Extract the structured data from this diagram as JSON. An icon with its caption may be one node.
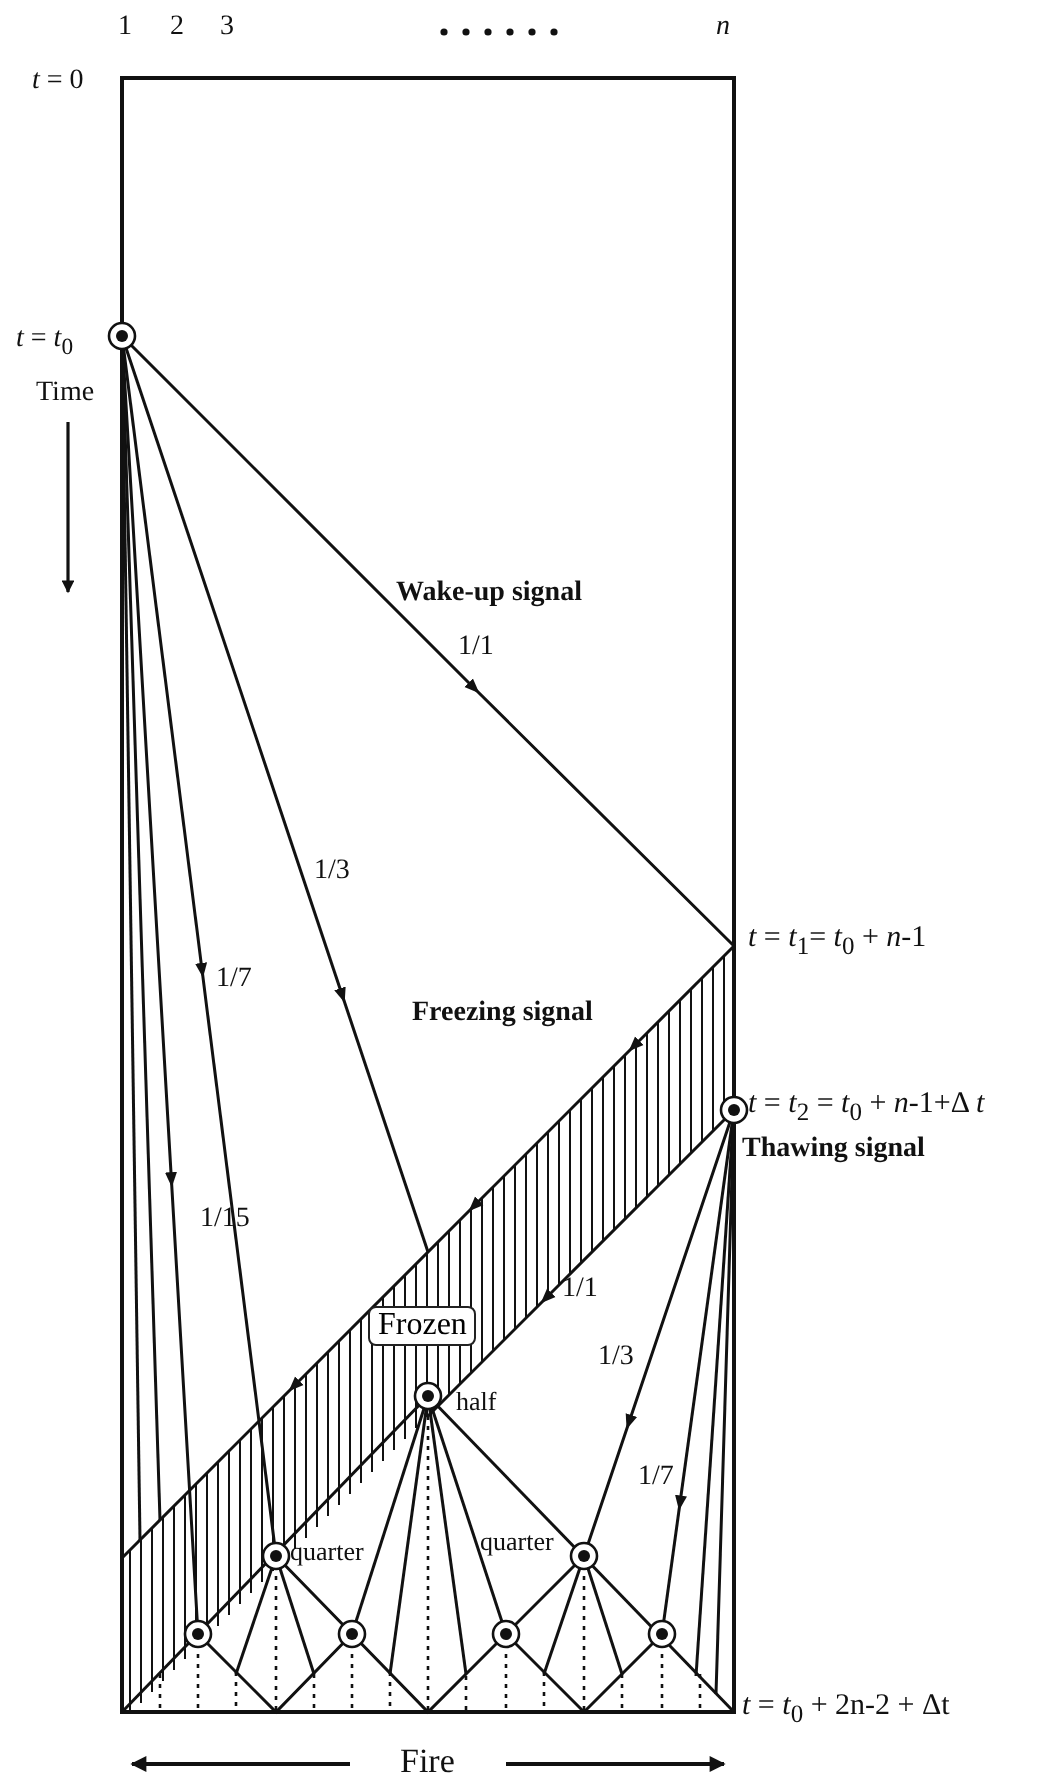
{
  "diagram": {
    "nodes": [
      {
        "text": [
          "Frozen"
        ]
      }
    ],
    "labels": [
      "1",
      "2",
      "3",
      "*n*",
      "*t* = 0",
      "*t* = *t*$_{0}$",
      "Time",
      "Wake-up signal",
      "1/1",
      "1/3",
      "*t* = *t*$_{1}$= *t*$_{0}$ + *n*-1",
      "1/7",
      "Freezing signal",
      "*t* = *t*$_{2}$ = *t*$_{0}$ + *n*-1+Δ *t*",
      "Thawing signal",
      "1/15",
      "1/1",
      "1/3",
      "half",
      "quarter",
      "quarter",
      "1/7",
      "*t* = *t*$_{0}$ + 2n-2 + Δt",
      "Fire"
    ]
  }
}
